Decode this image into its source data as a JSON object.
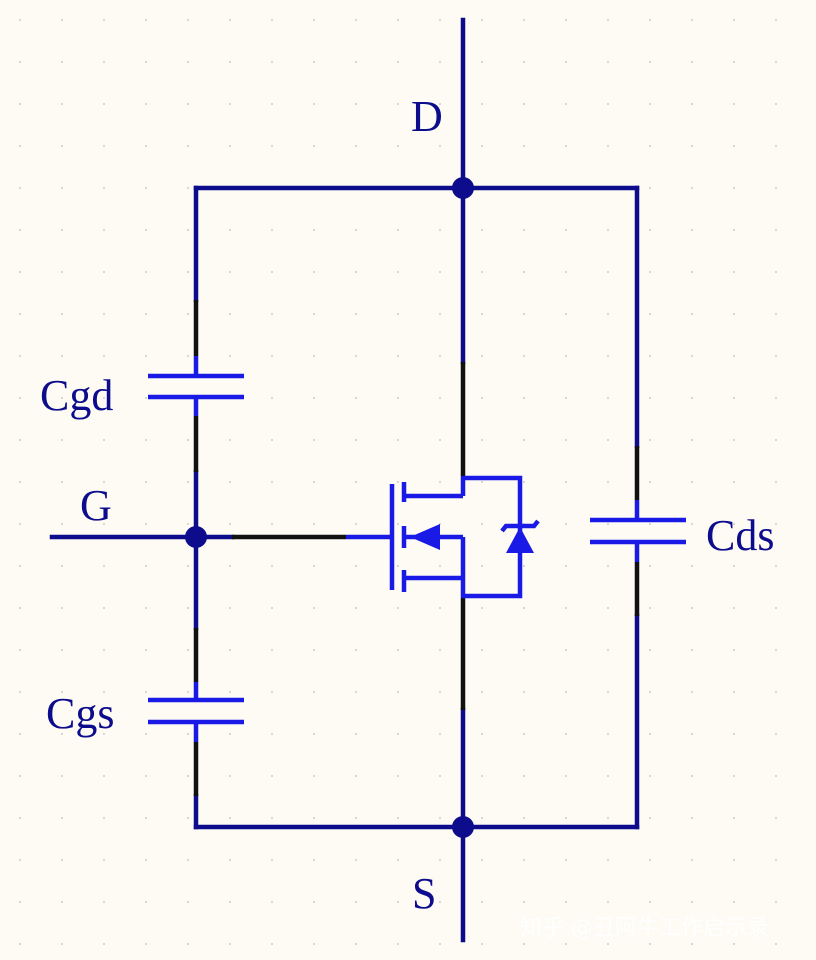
{
  "labels": {
    "drain": "D",
    "gate": "G",
    "source": "S",
    "cgd": "Cgd",
    "cgs": "Cgs",
    "cds": "Cds"
  },
  "watermark": "知乎 @丑阿牛工作启示录",
  "colors": {
    "wire": "#0c0c8c",
    "component": "#1a1ae6",
    "lead": "#111111",
    "background": "#fdfbf4"
  }
}
